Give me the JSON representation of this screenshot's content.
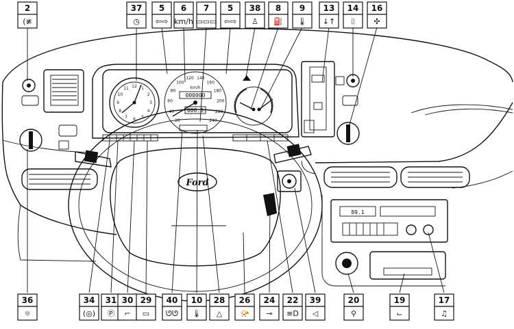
{
  "diagram": {
    "brand_label": "Ford",
    "speed_unit": "km/h",
    "radio_display": "89.1",
    "odometer": "000000",
    "trip": "000.0",
    "speed_ticks": [
      "20",
      "40",
      "60",
      "80",
      "100",
      "120",
      "140",
      "160",
      "180",
      "200",
      "220",
      "240"
    ],
    "clock_ticks": [
      "12",
      "1",
      "2",
      "3",
      "4",
      "5",
      "6",
      "7",
      "8",
      "9",
      "10",
      "11"
    ],
    "top_callouts": [
      {
        "id": "c2",
        "label": "2",
        "icon": "rear-fog-light-icon",
        "glyph": "(≢"
      },
      {
        "id": "c37",
        "label": "37",
        "icon": "clock-icon",
        "glyph": "◷"
      },
      {
        "id": "c5a",
        "label": "5",
        "icon": "turn-signal-icon",
        "glyph": "⇦⇨"
      },
      {
        "id": "c6",
        "label": "6",
        "icon": "speedometer-icon",
        "glyph": "km/h"
      },
      {
        "id": "c7",
        "label": "7",
        "icon": "odometer-icon",
        "glyph": "▭▭▭"
      },
      {
        "id": "c5b",
        "label": "5",
        "icon": "turn-signal-icon",
        "glyph": "⇦⇨"
      },
      {
        "id": "c38",
        "label": "38",
        "icon": "seat-belt-icon",
        "glyph": "♙"
      },
      {
        "id": "c8",
        "label": "8",
        "icon": "fuel-pump-icon",
        "glyph": "⛽"
      },
      {
        "id": "c9",
        "label": "9",
        "icon": "coolant-temperature-icon",
        "glyph": "🌡"
      },
      {
        "id": "c13",
        "label": "13",
        "icon": "temperature-control-icon",
        "glyph": "↓↑"
      },
      {
        "id": "c14",
        "label": "14",
        "icon": "rear-window-heater-icon",
        "glyph": "⌷"
      },
      {
        "id": "c16",
        "label": "16",
        "icon": "fan-icon",
        "glyph": "✣"
      }
    ],
    "bottom_callouts": [
      {
        "id": "c36",
        "label": "36",
        "icon": "instrument-lighting-icon",
        "glyph": "☼"
      },
      {
        "id": "c34",
        "label": "34",
        "icon": "brake-warning-icon",
        "glyph": "(◎)"
      },
      {
        "id": "c31",
        "label": "31",
        "icon": "parking-brake-icon",
        "glyph": "Ⓟ"
      },
      {
        "id": "c30",
        "label": "30",
        "icon": "oil-pressure-icon",
        "glyph": "⌐"
      },
      {
        "id": "c29",
        "label": "29",
        "icon": "battery-icon",
        "glyph": "▭"
      },
      {
        "id": "c40",
        "label": "40",
        "icon": "glow-plug-icon",
        "glyph": "ᘎᘎ"
      },
      {
        "id": "c10",
        "label": "10",
        "icon": "coolant-temperature-icon",
        "glyph": "🌡"
      },
      {
        "id": "c28",
        "label": "28",
        "icon": "hazard-warning-icon",
        "glyph": "△"
      },
      {
        "id": "c26",
        "label": "26",
        "icon": "horn-icon",
        "glyph": "📯"
      },
      {
        "id": "c24",
        "label": "24",
        "icon": "ignition-key-icon",
        "glyph": "⊸"
      },
      {
        "id": "c22",
        "label": "22",
        "icon": "headlight-icon",
        "glyph": "≡D"
      },
      {
        "id": "c39",
        "label": "39",
        "icon": "speaker-icon",
        "glyph": "◁"
      },
      {
        "id": "c20",
        "label": "20",
        "icon": "cigarette-lighter-icon",
        "glyph": "⚲"
      },
      {
        "id": "c19",
        "label": "19",
        "icon": "ashtray-icon",
        "glyph": "⌙"
      },
      {
        "id": "c17",
        "label": "17",
        "icon": "radio-icon",
        "glyph": "♫"
      }
    ]
  }
}
